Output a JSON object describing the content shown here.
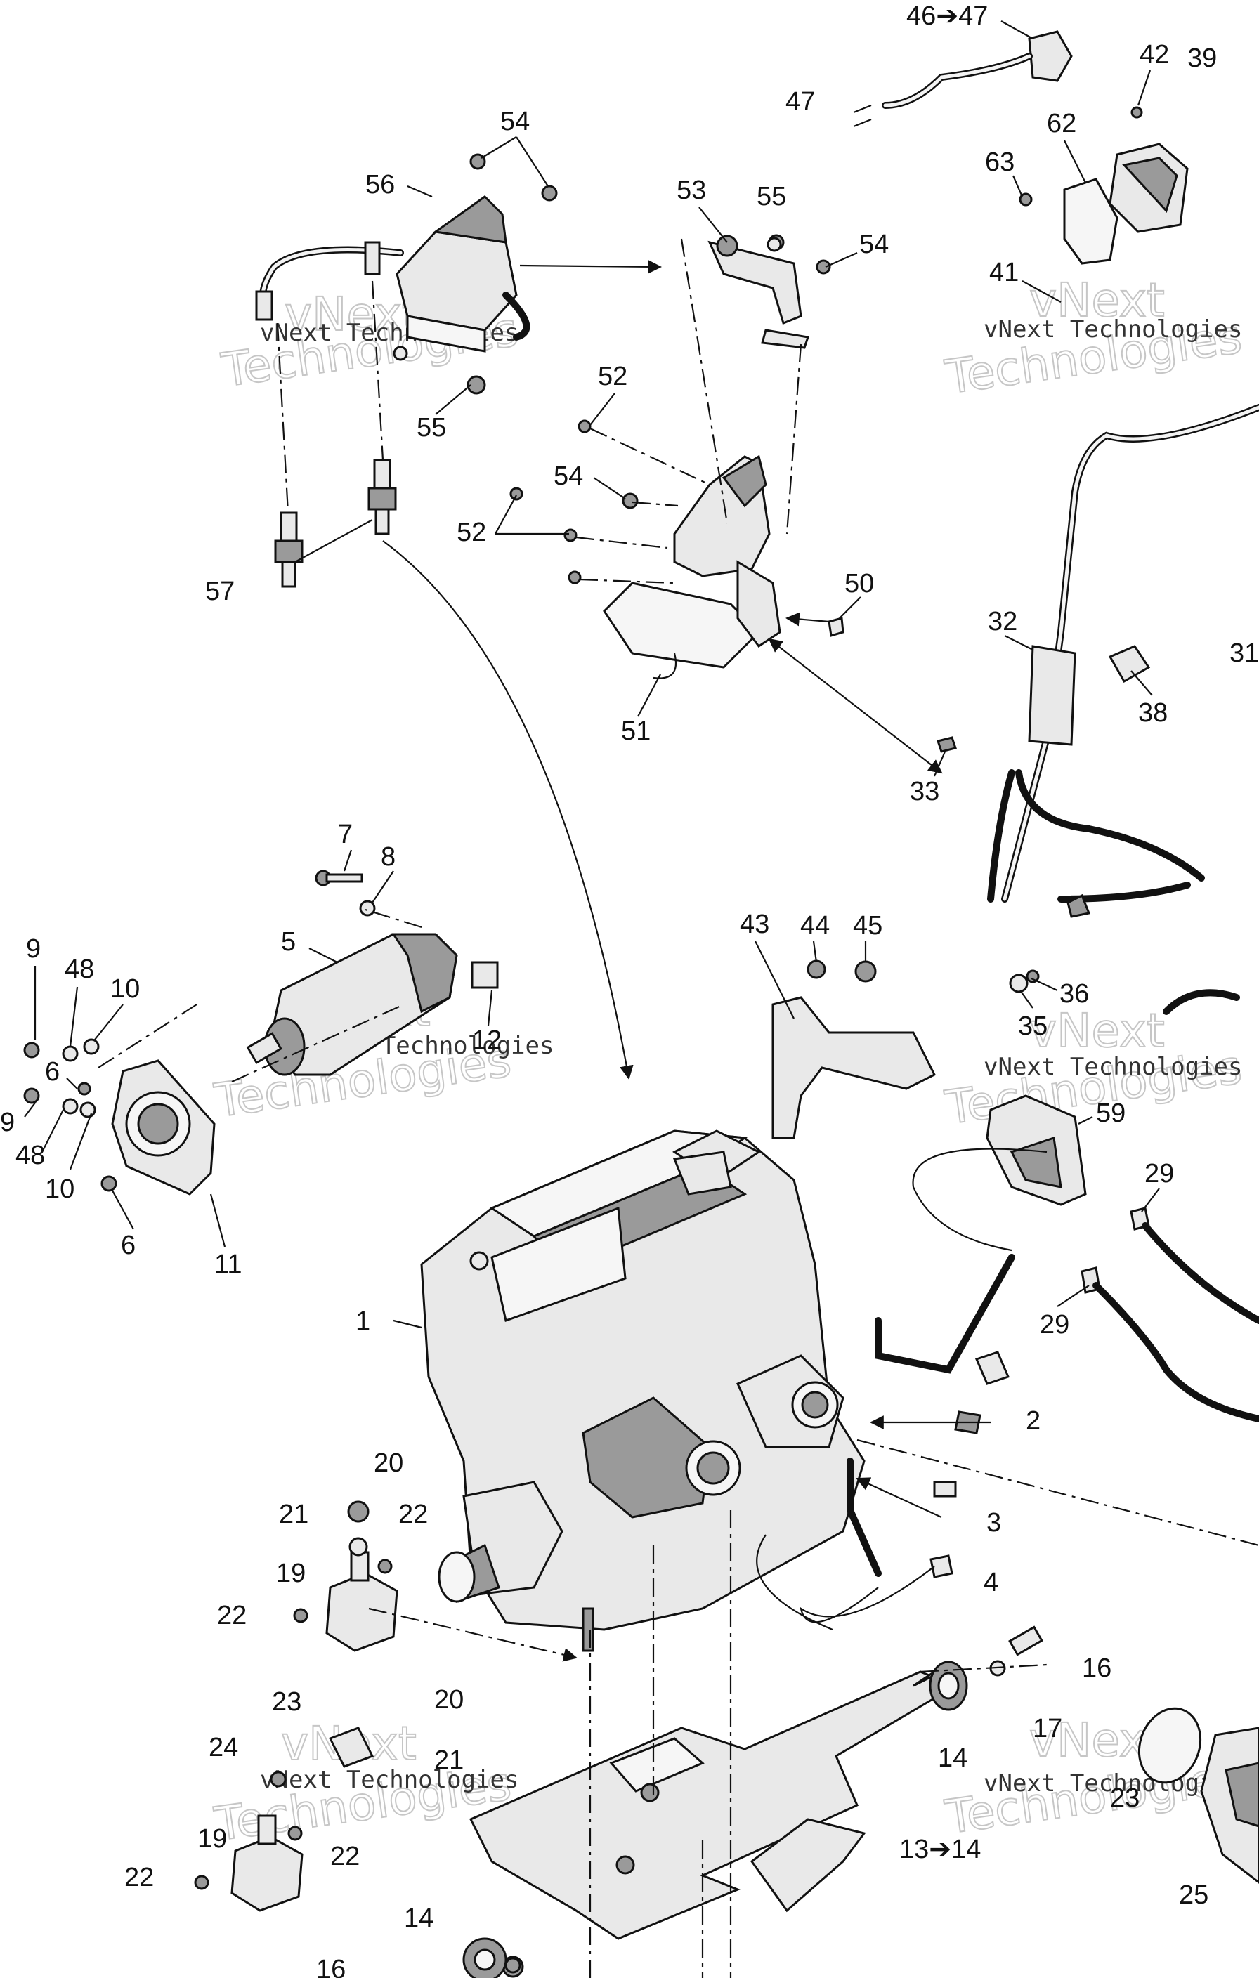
{
  "callouts": [
    "46➔47",
    "42",
    "39",
    "47",
    "62",
    "63",
    "41",
    "54",
    "56",
    "53",
    "55",
    "54",
    "55",
    "52",
    "54",
    "52",
    "57",
    "50",
    "32",
    "31",
    "38",
    "51",
    "33",
    "7",
    "8",
    "5",
    "9",
    "48",
    "10",
    "12",
    "6",
    "9",
    "48",
    "10",
    "6",
    "11",
    "43",
    "44",
    "45",
    "36",
    "35",
    "59",
    "29",
    "29",
    "1",
    "2",
    "20",
    "21",
    "22",
    "19",
    "22",
    "3",
    "4",
    "23",
    "20",
    "21",
    "24",
    "19",
    "22",
    "22",
    "16",
    "17",
    "14",
    "13➔14",
    "23",
    "25",
    "14",
    "16"
  ],
  "watermark": {
    "big": "Technologies",
    "small": "vNext Technologies",
    "prefix": "vNext"
  }
}
